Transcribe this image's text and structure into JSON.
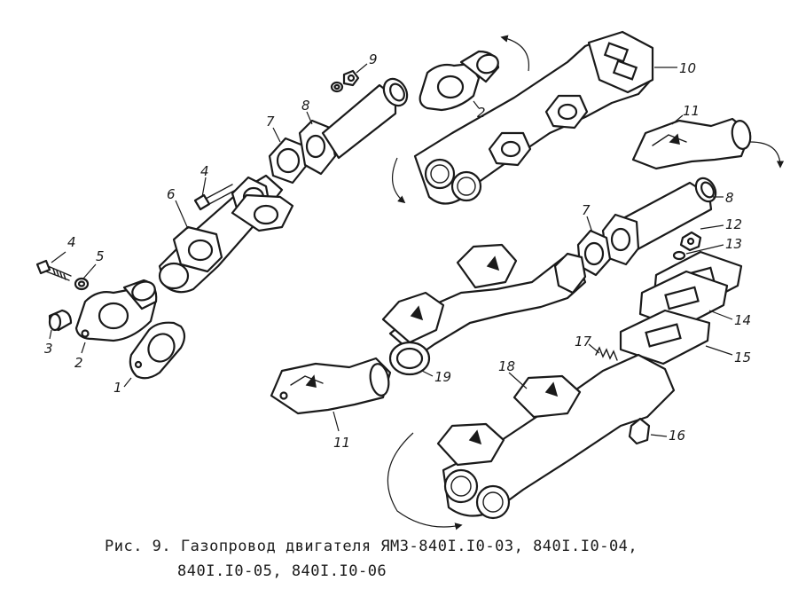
{
  "caption": {
    "line1": "Рис. 9. Газопровод двигателя ЯМЗ-840I.I0-03, 840I.I0-04,",
    "line2": "840I.I0-05, 840I.I0-06"
  },
  "callouts": [
    "1",
    "2",
    "3",
    "4",
    "5",
    "6",
    "7",
    "8",
    "9",
    "2",
    "10",
    "11",
    "4",
    "8",
    "7",
    "12",
    "13",
    "14",
    "15",
    "17",
    "18",
    "19",
    "11",
    "16"
  ],
  "colors": {
    "ink": "#1a1a1a",
    "paper": "#ffffff"
  }
}
